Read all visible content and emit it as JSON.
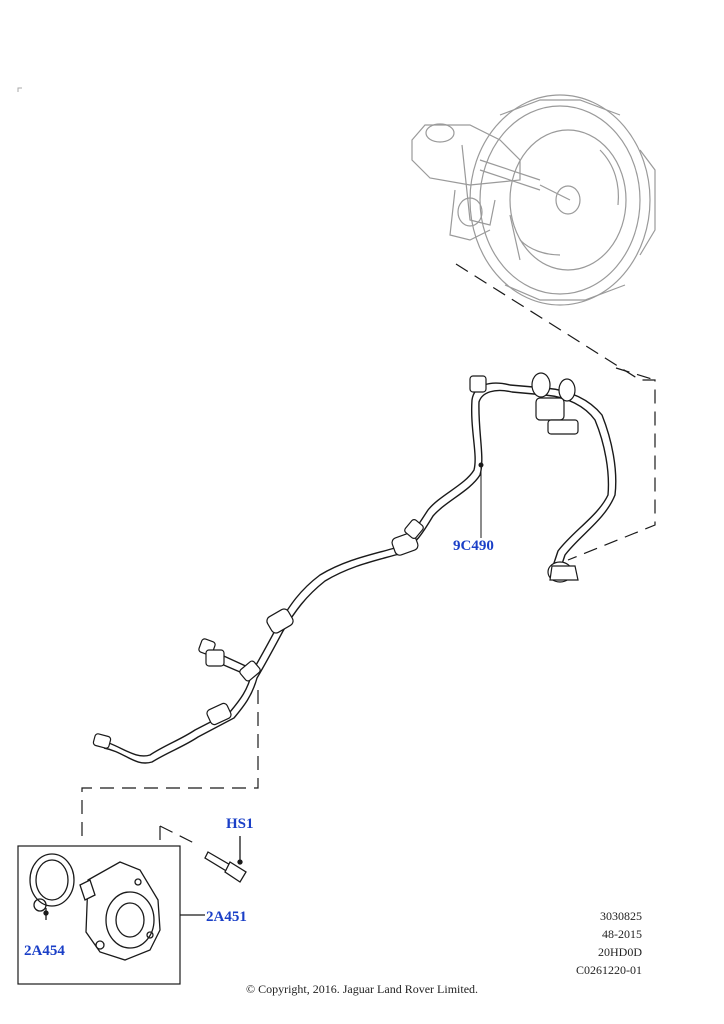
{
  "labels": {
    "brake_pipe": "9C490",
    "bolt": "HS1",
    "vacuum_pump": "2A451",
    "gasket": "2A454"
  },
  "meta": {
    "line1": "3030825",
    "line2": "48-2015",
    "line3": "20HD0D",
    "line4": "C0261220-01"
  },
  "copyright": "© Copyright, 2016. Jaguar Land Rover Limited.",
  "colors": {
    "label": "#1a3fc7",
    "line": "#1a1a1a",
    "ghost": "#9a9a9a"
  }
}
